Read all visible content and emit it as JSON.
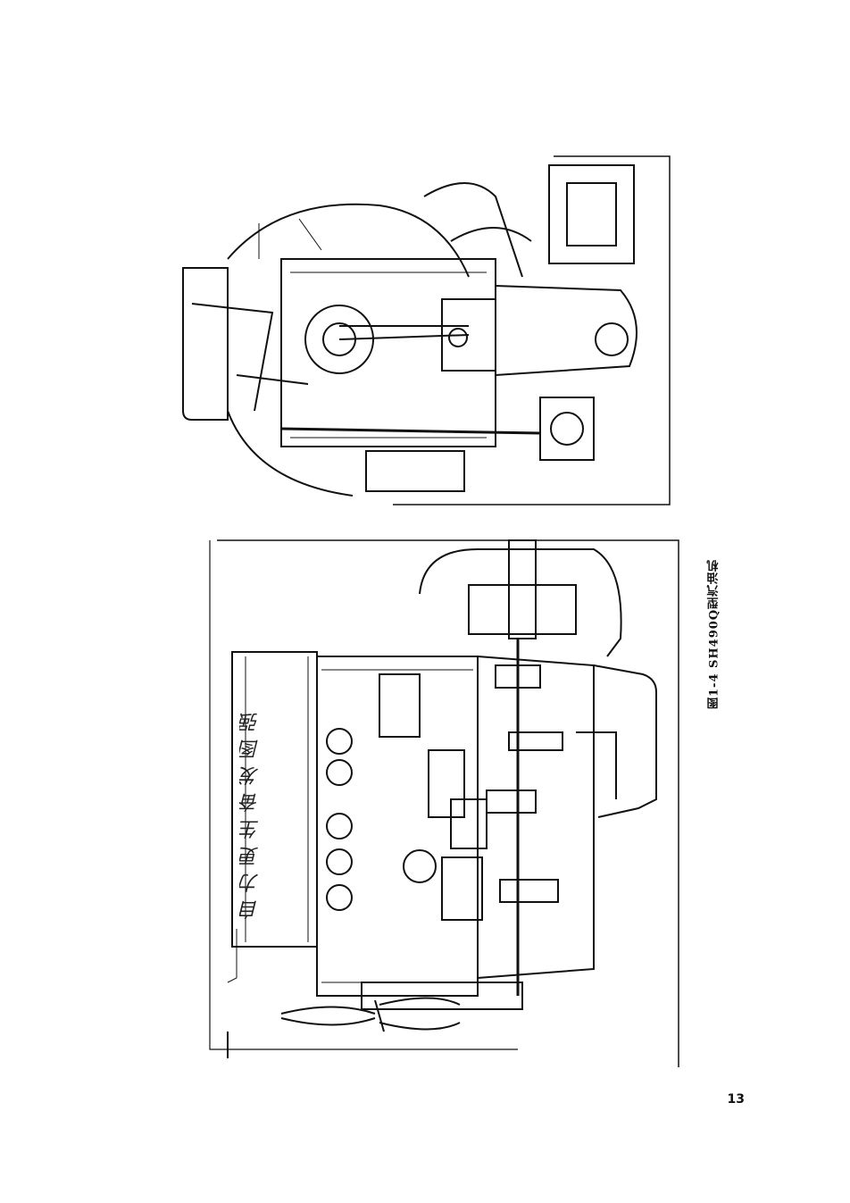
{
  "figure": {
    "caption": "图1-4  SH490Q型汽油机",
    "slogan_text": "自力更生奋发图强"
  },
  "page": {
    "number": "13"
  }
}
